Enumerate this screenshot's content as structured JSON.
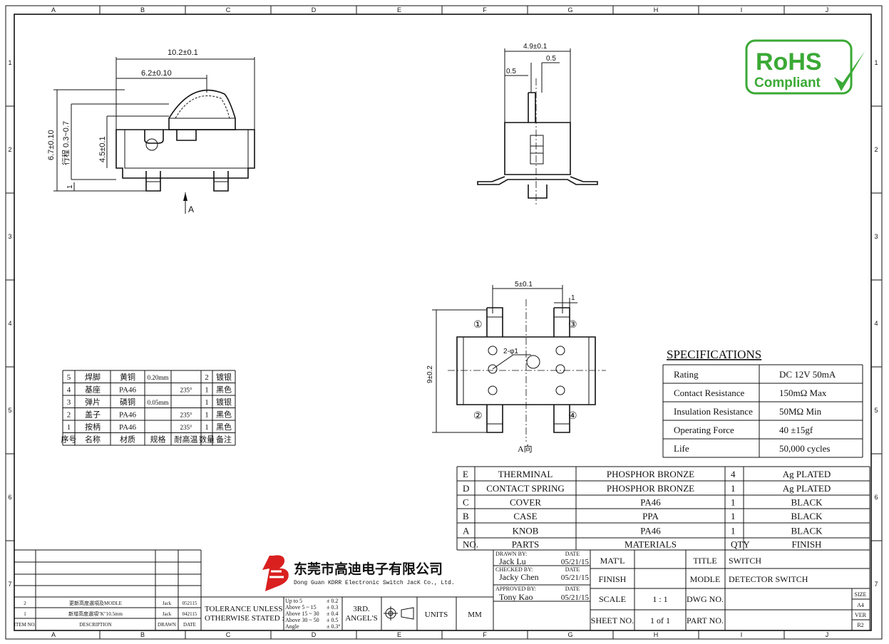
{
  "frame": {
    "columns": [
      "A",
      "B",
      "C",
      "D",
      "E",
      "F",
      "G",
      "H",
      "I",
      "J"
    ],
    "rows": [
      "1",
      "2",
      "3",
      "4",
      "5",
      "6",
      "7"
    ]
  },
  "views": {
    "front": {
      "dims": [
        "10.2±0.1",
        "6.2±0.10",
        "6.7±0.10",
        "行程 0.3~0.7",
        "4.5±0.1",
        "1"
      ],
      "view_label": "A"
    },
    "side": {
      "dims": [
        "4.9±0.1",
        "0.5",
        "0.5"
      ]
    },
    "bottom": {
      "dims": [
        "5±0.1",
        "1",
        "9±0.2",
        "2-φ1"
      ],
      "pins": [
        "①",
        "②",
        "③",
        "④"
      ],
      "view_label": "A向"
    }
  },
  "cn_parts_table": {
    "headers": [
      "序号",
      "名称",
      "材质",
      "规格",
      "耐高温",
      "数量",
      "备注"
    ],
    "rows": [
      [
        "5",
        "焊脚",
        "黄铜",
        "0.20mm",
        "",
        "2",
        "镀银"
      ],
      [
        "4",
        "基座",
        "PA46",
        "",
        "235°",
        "1",
        "黑色"
      ],
      [
        "3",
        "弹片",
        "磷铜",
        "0.05mm",
        "",
        "1",
        "镀银"
      ],
      [
        "2",
        "盖子",
        "PA46",
        "",
        "235°",
        "1",
        "黑色"
      ],
      [
        "1",
        "按柄",
        "PA46",
        "",
        "235°",
        "1",
        "黑色"
      ]
    ]
  },
  "specifications": {
    "title": "SPECIFICATIONS",
    "rows": [
      [
        "Rating",
        "DC 12V  50mA"
      ],
      [
        "Contact Resistance",
        "150mΩ  Max"
      ],
      [
        "Insulation Resistance",
        "50MΩ  Min"
      ],
      [
        "Operating Force",
        "40 ±15gf"
      ],
      [
        "Life",
        "50,000 cycles"
      ]
    ]
  },
  "parts_table": {
    "rows": [
      [
        "E",
        "THERMINAL",
        "PHOSPHOR BRONZE",
        "4",
        "Ag PLATED"
      ],
      [
        "D",
        "CONTACT SPRING",
        "PHOSPHOR BRONZE",
        "1",
        "Ag PLATED"
      ],
      [
        "C",
        "COVER",
        "PA46",
        "1",
        "BLACK"
      ],
      [
        "B",
        "CASE",
        "PPA",
        "1",
        "BLACK"
      ],
      [
        "A",
        "KNOB",
        "PA46",
        "1",
        "BLACK"
      ]
    ],
    "headers": [
      "NO.",
      "PARTS",
      "MATERIALS",
      "QTY",
      "FINISH"
    ]
  },
  "logo": {
    "line1": "RoHS",
    "line2": "Compliant",
    "color": "#3aa935"
  },
  "revisions": {
    "rows": [
      [
        "2",
        "更新高度選項及MODLE",
        "Jack",
        "052115"
      ],
      [
        "1",
        "新增高度選項\"K\"10.5mm",
        "Jack",
        "042115"
      ]
    ],
    "headers": [
      "ITEM NO.",
      "DESCRIPTION",
      "DRAWN",
      "DATE"
    ]
  },
  "company": {
    "name_cn": "东莞市高迪电子有限公司",
    "name_en": "Dong Guan KDRR  Electronic Switch JacK Co., Ltd.",
    "logo_color": "#d9201f"
  },
  "tolerance": {
    "label1": "TOLERANCE UNLESS",
    "label2": "OTHERWISE STATED :",
    "rows": [
      [
        "Up to 5",
        "± 0.2"
      ],
      [
        "Above 5  ~ 15",
        "± 0.3"
      ],
      [
        "Above 15 ~ 30",
        "± 0.4"
      ],
      [
        "Above 30 ~ 50",
        "± 0.5"
      ],
      [
        "Angle",
        "± 0.3°"
      ]
    ],
    "projection1": "3RD.",
    "projection2": "ANGEL'S",
    "units_label": "UNITS",
    "units_value": "MM"
  },
  "approvals": {
    "drawn_label": "DRAWN BY:",
    "drawn_name": "Jack  Lu",
    "drawn_date": "05/21/15",
    "checked_label": "CHECKED BY:",
    "checked_name": "Jacky Chen",
    "checked_date": "05/21/15",
    "approved_label": "APPROVED BY:",
    "approved_name": "Tony Kao",
    "approved_date": "05/21/15",
    "date_label": "DATE"
  },
  "title_block": {
    "matl_label": "MAT'L",
    "matl_value": "",
    "finish_label": "FINISH",
    "finish_value": "",
    "scale_label": "SCALE",
    "scale_value": "1 : 1",
    "sheet_label": "SHEET NO.",
    "sheet_value": "1 of 1",
    "title_label": "TITLE",
    "title_value": "SWITCH",
    "model_label": "MODLE",
    "model_value": "DETECTOR SWITCH",
    "dwg_label": "DWG NO.",
    "dwg_value": "",
    "part_label": "PART NO.",
    "part_value": "",
    "size_label": "SIZE",
    "size_value": "A4",
    "ver_label": "VER",
    "ver_value": "R2"
  }
}
